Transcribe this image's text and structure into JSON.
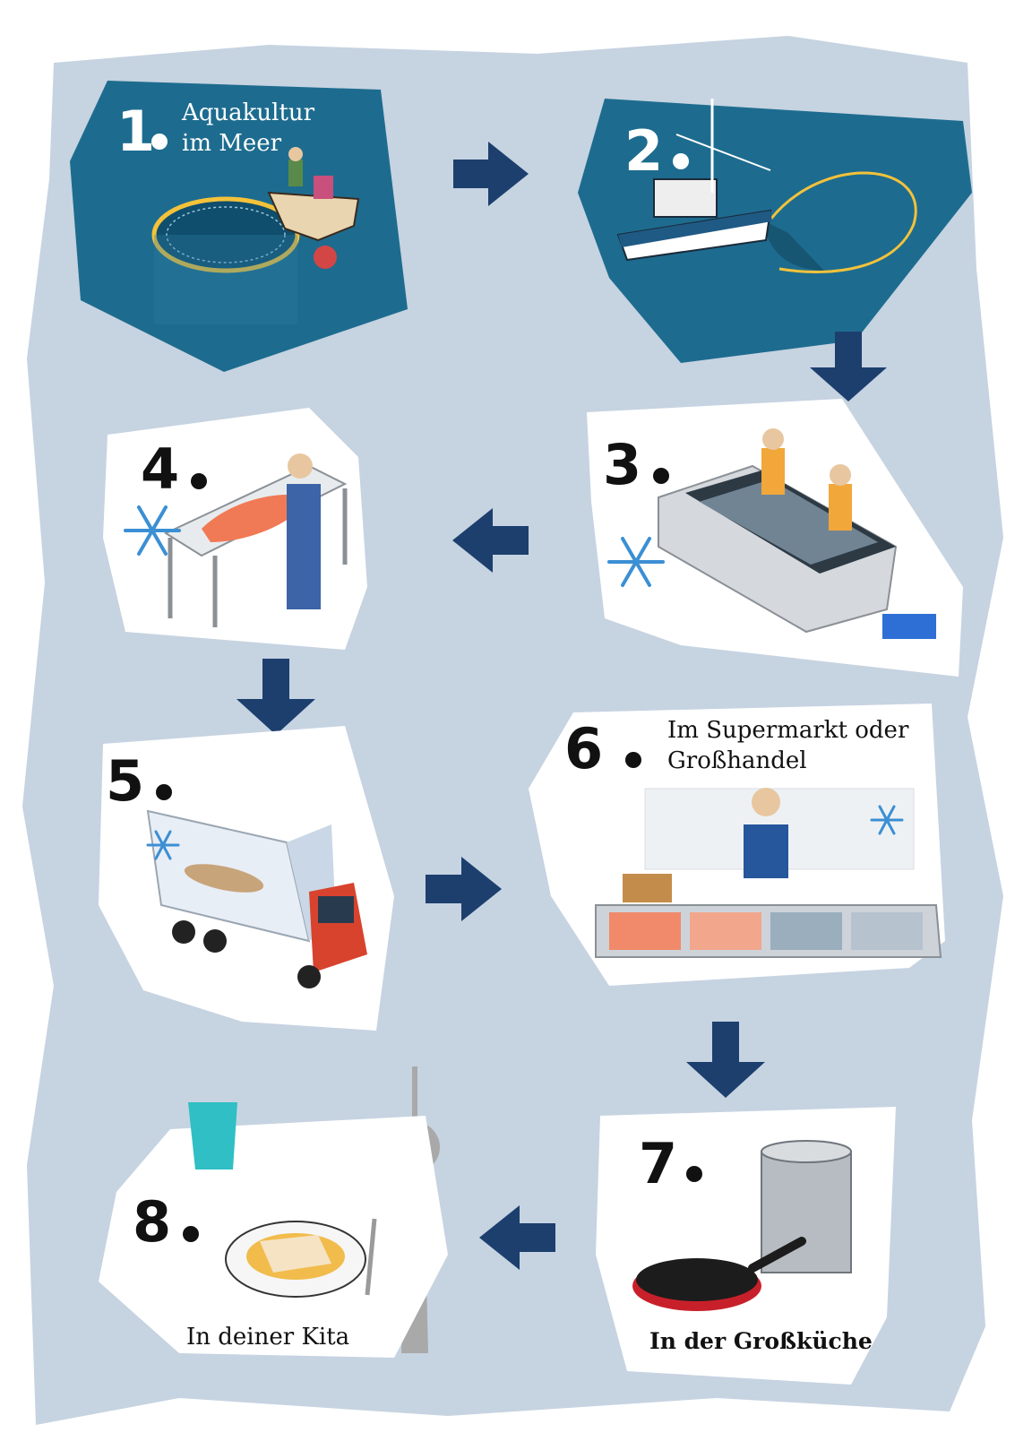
{
  "steps": [
    {
      "number": "1",
      "title_lines": [
        "Aquakultur",
        "im Meer"
      ]
    },
    {
      "number": "2",
      "title_lines": []
    },
    {
      "number": "3",
      "title_lines": []
    },
    {
      "number": "4",
      "title_lines": []
    },
    {
      "number": "5",
      "title_lines": []
    },
    {
      "number": "6",
      "title_lines": [
        "Im Supermarkt oder",
        "Großhandel"
      ]
    },
    {
      "number": "7",
      "caption": "In der Großküche"
    },
    {
      "number": "8",
      "caption": "In deiner Kita"
    }
  ],
  "colors": {
    "background_blob": "#c6d3e1",
    "sea": "#1d6c8f",
    "arrow": "#1c3f6e",
    "panel": "#ffffff",
    "snowflake": "#3b8fd4",
    "number_dark": "#111111",
    "tower": "#a9a9a9"
  },
  "icons": [
    "snowflake-icon",
    "arrow-right-icon",
    "arrow-down-icon",
    "arrow-left-icon",
    "tv-tower-icon"
  ]
}
